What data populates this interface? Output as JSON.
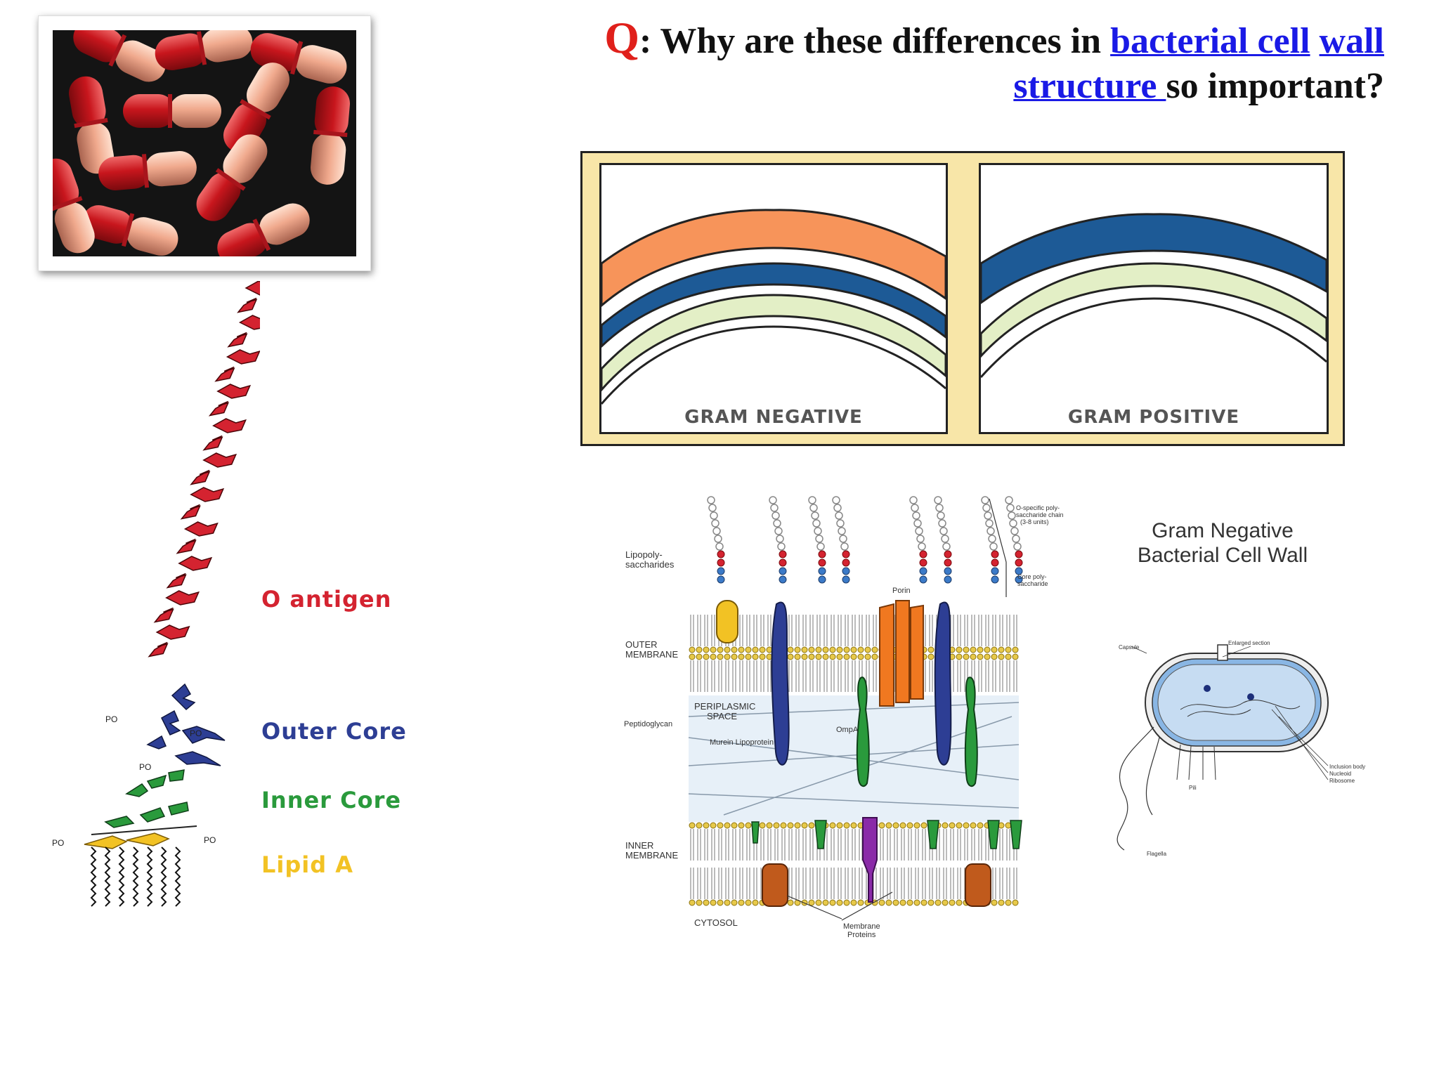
{
  "title": {
    "q": "Q",
    "text_before": ": Why are these differences in ",
    "link1": "bacterial cell",
    "space": " ",
    "link2": "wall",
    "link3": "structure ",
    "text_after": "so important?"
  },
  "lps": {
    "o_antigen": "O antigen",
    "outer_core": "Outer Core",
    "inner_core": "Inner Core",
    "lipid_a": "Lipid A",
    "phosphate": "PO",
    "colors": {
      "o_antigen": "#d42330",
      "outer_core": "#2d3e94",
      "inner_core": "#2a9a3c",
      "lipid_a": "#f2c224"
    }
  },
  "gram": {
    "negative": "GRAM NEGATIVE",
    "positive": "GRAM POSITIVE",
    "colors": {
      "outer": "#f7945a",
      "peptidoglycan": "#1d5a96",
      "membrane": "#e3efc6",
      "frame": "#f8e6a8"
    }
  },
  "membrane": {
    "title_line1": "Gram Negative",
    "title_line2": "Bacterial Cell Wall",
    "labels": {
      "lps_line1": "Lipopoly-",
      "lps_line2": "saccharides",
      "outer_line1": "OUTER",
      "outer_line2": "MEMBRANE",
      "peri_line1": "PERIPLASMIC",
      "peri_line2": "SPACE",
      "peptidoglycan": "Peptidoglycan",
      "murein": "Murein Lipoprotein",
      "ompa": "OmpA",
      "porin": "Porin",
      "inner_line1": "INNER",
      "inner_line2": "MEMBRANE",
      "cytosol": "CYTOSOL",
      "memprot_line1": "Membrane",
      "memprot_line2": "Proteins",
      "ospec_line1": "O-specific poly-",
      "ospec_line2": "saccharide chain",
      "ospec_line3": "(3-8 units)",
      "core_line1": "Core poly-",
      "core_line2": "saccharide"
    },
    "cell_labels": {
      "capsule": "Capsule",
      "enlarged": "Enlarged section",
      "inclusion": "Inclusion body",
      "nucleoid": "Nucleoid",
      "ribosome": "Ribosome",
      "pili": "Pili",
      "flagella": "Flagella"
    }
  }
}
